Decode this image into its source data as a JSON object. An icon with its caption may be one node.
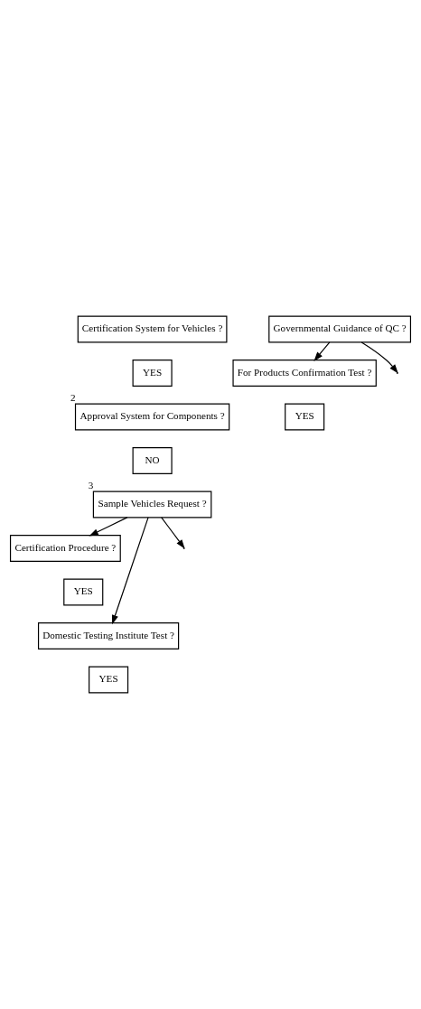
{
  "diagram": {
    "nodes": [
      {
        "text": [
          "Certification System for Vehicles ?"
        ]
      },
      {
        "text": [
          "YES"
        ]
      },
      {
        "text": [
          "Approval System for Components ?"
        ],
        "beside": [
          "2"
        ]
      },
      {
        "text": [
          "NO"
        ]
      },
      {
        "text": [
          "Sample Vehicles Request ?"
        ],
        "beside": [
          "3"
        ]
      },
      {
        "text": [
          "Certification Procedure ?"
        ]
      },
      {
        "text": [
          "YES"
        ]
      },
      {
        "text": [
          "Domestic Testing Institute Test ?"
        ]
      },
      {
        "text": [
          "YES"
        ]
      },
      {
        "text": [
          "Governmental Guidance of QC ?"
        ]
      },
      {
        "text": [
          "For Products Confirmation Test ?"
        ]
      },
      {
        "text": [
          "YES"
        ]
      }
    ],
    "edges": [
      {
        "from": 4,
        "to": 5,
        "arrow": "to"
      },
      {
        "from": 4,
        "to": 7,
        "arrow": "to"
      },
      {
        "from": 4,
        "to": null,
        "arrow": "to"
      },
      {
        "from": 9,
        "to": null,
        "arrow": "to"
      },
      {
        "from": 9,
        "to": 10,
        "arrow": "to"
      }
    ]
  }
}
